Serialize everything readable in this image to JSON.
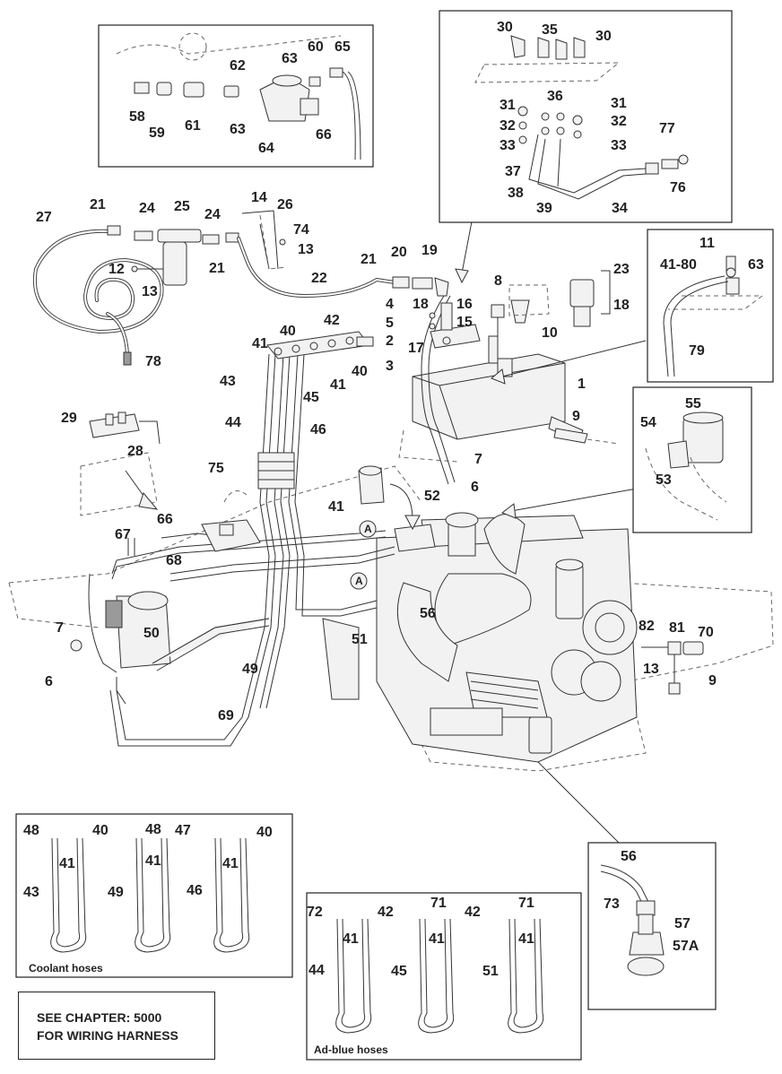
{
  "labels": {
    "n1": "1",
    "n2": "2",
    "n3": "3",
    "n4": "4",
    "n5": "5",
    "n6": "6",
    "n7": "7",
    "n8": "8",
    "n9": "9",
    "n10": "10",
    "n11": "11",
    "n12": "12",
    "n13": "13",
    "n14": "14",
    "n15": "15",
    "n16": "16",
    "n17": "17",
    "n18": "18",
    "n19": "19",
    "n20": "20",
    "n21": "21",
    "n22": "22",
    "n23": "23",
    "n24": "24",
    "n25": "25",
    "n26": "26",
    "n27": "27",
    "n28": "28",
    "n29": "29",
    "n30": "30",
    "n31": "31",
    "n32": "32",
    "n33": "33",
    "n34": "34",
    "n35": "35",
    "n36": "36",
    "n37": "37",
    "n38": "38",
    "n39": "39",
    "n40": "40",
    "n41": "41",
    "n42": "42",
    "n43": "43",
    "n44": "44",
    "n45": "45",
    "n46": "46",
    "n47": "47",
    "n48": "48",
    "n49": "49",
    "n50": "50",
    "n51": "51",
    "n52": "52",
    "n53": "53",
    "n54": "54",
    "n55": "55",
    "n56": "56",
    "n57": "57",
    "n57A": "57A",
    "n58": "58",
    "n59": "59",
    "n60": "60",
    "n61": "61",
    "n62": "62",
    "n63": "63",
    "n64": "64",
    "n65": "65",
    "n66": "66",
    "n67": "67",
    "n68": "68",
    "n69": "69",
    "n70": "70",
    "n71": "71",
    "n72": "72",
    "n73": "73",
    "n74": "74",
    "n75": "75",
    "n76": "76",
    "n77": "77",
    "n78": "78",
    "n79": "79",
    "n81": "81",
    "n82": "82",
    "n41_80": "41-80",
    "markerA": "A"
  },
  "captions": {
    "coolant_hoses": "Coolant hoses",
    "adblue_hoses": "Ad-blue hoses"
  },
  "note": {
    "line1": "SEE CHAPTER: 5000",
    "line2": "FOR WIRING HARNESS"
  }
}
